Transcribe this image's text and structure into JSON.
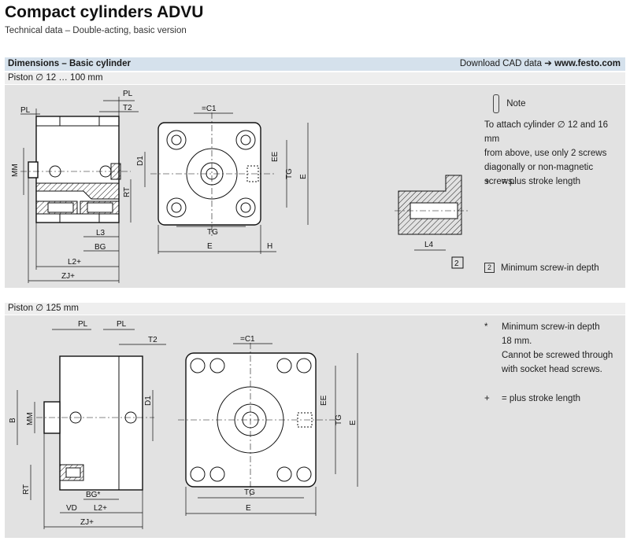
{
  "page": {
    "title": "Compact cylinders ADVU",
    "subtitle": "Technical data – Double-acting, basic version"
  },
  "section": {
    "label": "Dimensions – Basic cylinder",
    "cad_prefix": "Download CAD data",
    "cad_arrow": "➔",
    "cad_link": "www.festo.com"
  },
  "panel1": {
    "subhead": "Piston ∅ 12 … 100 mm",
    "note_label": "Note",
    "note_lines": [
      "To attach cylinder ∅ 12 and 16 mm",
      "from above, use only 2 screws",
      "diagonally or non-magnetic screws."
    ],
    "plus_symbol": "+",
    "plus_text": "= plus stroke length",
    "box_num": "2",
    "box_text": "Minimum screw-in depth",
    "labels": {
      "PL": "PL",
      "T2": "T2",
      "MM": "MM",
      "D1": "D1",
      "RT": "RT",
      "L3": "L3",
      "BG": "BG",
      "L2": "L2+",
      "ZJ": "ZJ+",
      "C1": "=C1",
      "EE": "EE",
      "TG": "TG",
      "E": "E",
      "H": "H",
      "L4": "L4",
      "two": "2"
    }
  },
  "panel2": {
    "subhead": "Piston ∅ 125 mm",
    "star": "*",
    "note_lines": [
      "Minimum screw-in depth",
      "18 mm.",
      "Cannot be screwed through",
      "with socket head screws."
    ],
    "plus_symbol": "+",
    "plus_text": "= plus stroke length",
    "labels": {
      "PL": "PL",
      "T2": "T2",
      "B": "B",
      "MM": "MM",
      "D1": "D1",
      "RT": "RT",
      "BG": "BG*",
      "VD": "VD",
      "L2": "L2+",
      "ZJ": "ZJ+",
      "C1": "=C1",
      "EE": "EE",
      "TG": "TG",
      "E": "E"
    }
  }
}
